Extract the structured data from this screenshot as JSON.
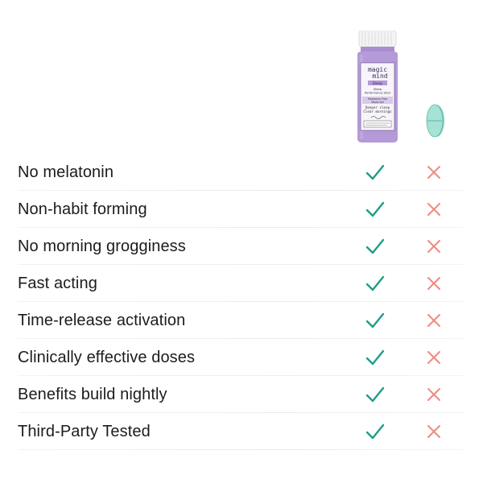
{
  "products": {
    "bottle": {
      "brand_line1": "magic",
      "brand_line2": "mind",
      "variant": "Sleep",
      "subtitle_line1": "Sleep",
      "subtitle_line2": "Performance Shot",
      "tag_line1": "Melatonin Free",
      "tag_line2": "Mood Aid",
      "claim_line1": "Deeper sleep",
      "claim_line2": "Clear mornings",
      "color": "#b49ad8"
    },
    "pill": {
      "color": "#8fd6c8"
    }
  },
  "colors": {
    "check": "#1f9d86",
    "cross": "#ef8a7f"
  },
  "rows": [
    {
      "label": "No melatonin",
      "bottle": "check-icon",
      "pill": "cross-icon"
    },
    {
      "label": "Non-habit forming",
      "bottle": "check-icon",
      "pill": "cross-icon"
    },
    {
      "label": "No morning grogginess",
      "bottle": "check-icon",
      "pill": "cross-icon"
    },
    {
      "label": "Fast acting",
      "bottle": "check-icon",
      "pill": "cross-icon"
    },
    {
      "label": "Time-release activation",
      "bottle": "check-icon",
      "pill": "cross-icon"
    },
    {
      "label": "Clinically effective doses",
      "bottle": "check-icon",
      "pill": "cross-icon"
    },
    {
      "label": "Benefits build nightly",
      "bottle": "check-icon",
      "pill": "cross-icon"
    },
    {
      "label": "Third-Party Tested",
      "bottle": "check-icon",
      "pill": "cross-icon"
    }
  ]
}
